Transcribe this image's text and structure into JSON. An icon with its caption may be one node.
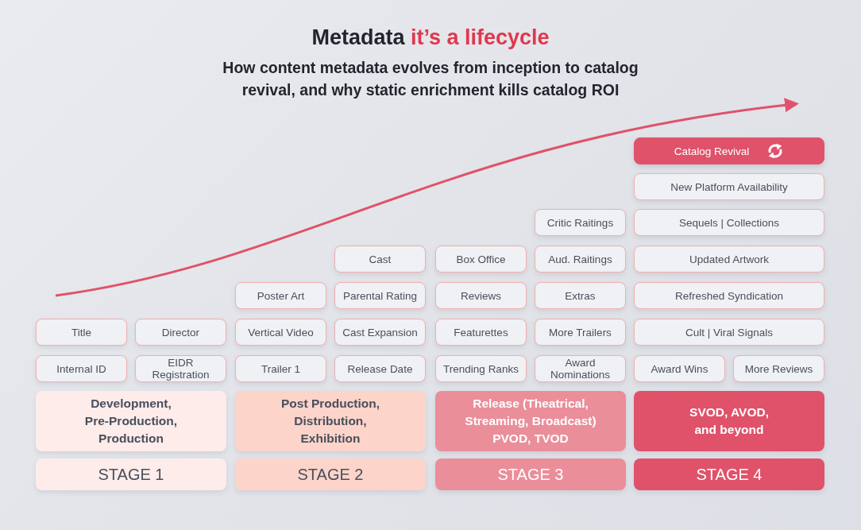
{
  "diagram": {
    "title": "Metadata it’s a lifecycle",
    "nodes": [
      {
        "text": [
          "Catalog Revival"
        ]
      },
      {
        "text": [
          "New Platform Availability"
        ]
      },
      {
        "text": [
          "Critic Raitings"
        ]
      },
      {
        "text": [
          "Sequels | Collections"
        ]
      },
      {
        "text": [
          "Cast"
        ]
      },
      {
        "text": [
          "Box Office"
        ]
      },
      {
        "text": [
          "Aud. Raitings"
        ]
      },
      {
        "text": [
          "Updated Artwork"
        ]
      },
      {
        "text": [
          "Poster Art"
        ]
      },
      {
        "text": [
          "Parental Rating"
        ]
      },
      {
        "text": [
          "Reviews"
        ]
      },
      {
        "text": [
          "Extras"
        ]
      },
      {
        "text": [
          "Refreshed Syndication"
        ]
      },
      {
        "text": [
          "Title"
        ]
      },
      {
        "text": [
          "Director"
        ]
      },
      {
        "text": [
          "Vertical Video"
        ]
      },
      {
        "text": [
          "Cast Expansion"
        ]
      },
      {
        "text": [
          "Featurettes"
        ]
      },
      {
        "text": [
          "More Trailers"
        ]
      },
      {
        "text": [
          "Cult | Viral Signals"
        ]
      },
      {
        "text": [
          "Internal ID"
        ]
      },
      {
        "text": [
          "EIDR Registration"
        ]
      },
      {
        "text": [
          "Trailer 1"
        ]
      },
      {
        "text": [
          "Release Date"
        ]
      },
      {
        "text": [
          "Trending Ranks"
        ]
      },
      {
        "text": [
          "Award Nominations"
        ]
      },
      {
        "text": [
          "Award Wins"
        ]
      },
      {
        "text": [
          "More Reviews"
        ]
      },
      {
        "text": [
          "Development, Pre-Production, Production"
        ]
      },
      {
        "text": [
          "Post Production, Distribution, Exhibition"
        ]
      },
      {
        "text": [
          "Release (Theatrical, Streaming, Broadcast) PVOD, TVOD"
        ]
      },
      {
        "text": [
          "SVOD, AVOD, and beyond"
        ]
      },
      {
        "text": [
          "STAGE 1"
        ]
      },
      {
        "text": [
          "STAGE 2"
        ]
      },
      {
        "text": [
          "STAGE 3"
        ]
      },
      {
        "text": [
          "STAGE 4"
        ]
      }
    ],
    "labels": [
      "How content metadata evolves from inception to catalog revival, and why static enrichment kills catalog ROI"
    ]
  }
}
